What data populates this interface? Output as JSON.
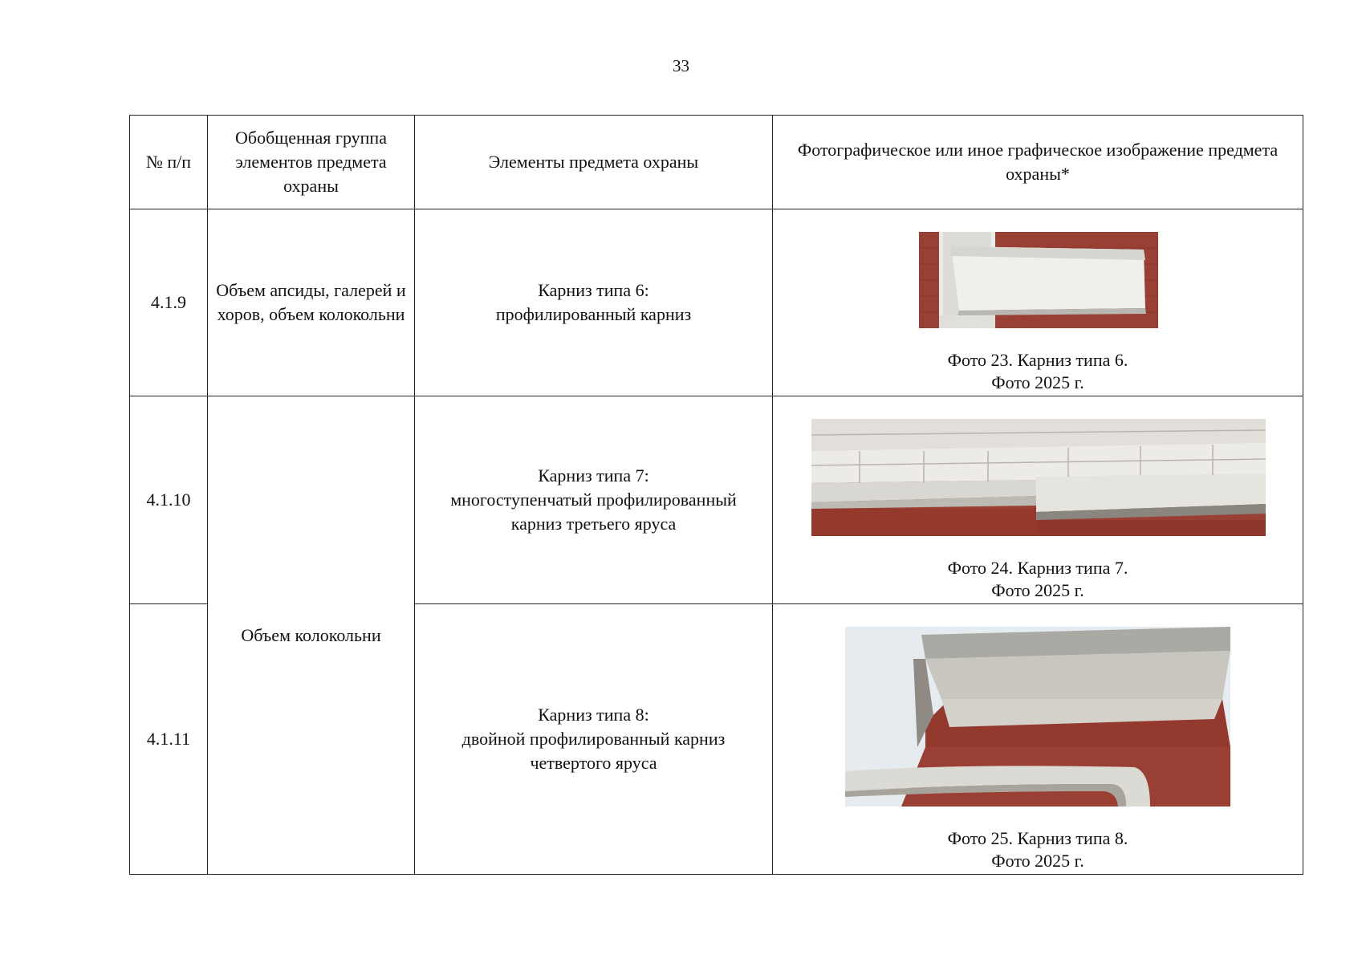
{
  "page_number": "33",
  "table": {
    "headers": {
      "num": "№ п/п",
      "group": "Обобщенная группа элементов предмета охраны",
      "elements": "Элементы предмета охраны",
      "image": "Фотографическое или иное графическое изображение предмета охраны*"
    },
    "rows": [
      {
        "num": "4.1.9",
        "group": "Объем апсиды, галерей и хоров, объем колокольни",
        "element_title": "Карниз типа 6:",
        "element_desc": "профилированный карниз",
        "caption_line1": "Фото 23. Карниз типа 6.",
        "caption_line2": "Фото 2025 г."
      },
      {
        "num": "4.1.10",
        "group": "Объем колокольни",
        "element_title": "Карниз типа 7:",
        "element_desc": "многоступенчатый профилированный карниз третьего яруса",
        "caption_line1": "Фото 24. Карниз типа 7.",
        "caption_line2": "Фото 2025 г."
      },
      {
        "num": "4.1.11",
        "element_title": "Карниз типа 8:",
        "element_desc": "двойной профилированный карниз четвертого яруса",
        "caption_line1": "Фото 25. Карниз типа 8.",
        "caption_line2": "Фото 2025 г."
      }
    ]
  },
  "colors": {
    "brick": "#9a3f33",
    "plaster": "#e9e9e6",
    "sky": "#e6ebef",
    "border": "#222222"
  }
}
